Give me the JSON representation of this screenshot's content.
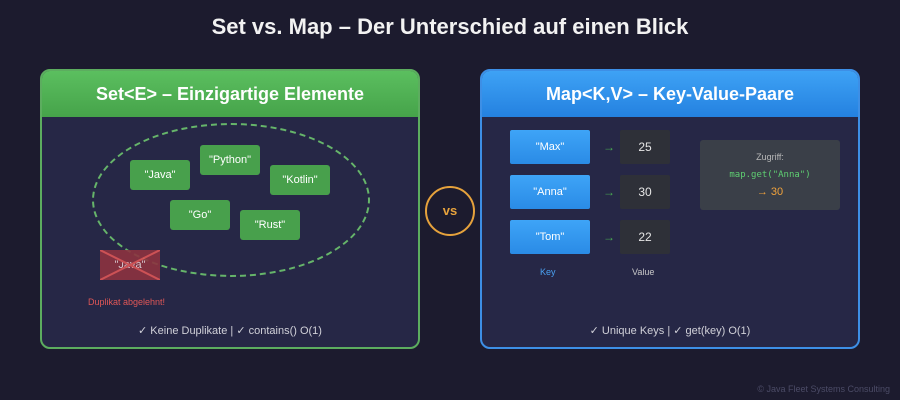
{
  "title": "Set vs. Map – Der Unterschied auf einen Blick",
  "set_panel": {
    "header": "Set<E> – Einzigartige Elemente",
    "elements": [
      "\"Java\"",
      "\"Python\"",
      "\"Kotlin\"",
      "\"Go\"",
      "\"Rust\""
    ],
    "duplicate": "\"Java\"",
    "duplicate_note": "Duplikat abgelehnt!",
    "footer": "✓ Keine Duplikate | ✓ contains() O(1)"
  },
  "vs_label": "vs",
  "map_panel": {
    "header": "Map<K,V> – Key-Value-Paare",
    "entries": [
      {
        "key": "\"Max\"",
        "value": "25"
      },
      {
        "key": "\"Anna\"",
        "value": "30"
      },
      {
        "key": "\"Tom\"",
        "value": "22"
      }
    ],
    "arrow": "→",
    "key_label": "Key",
    "value_label": "Value",
    "access": {
      "label": "Zugriff:",
      "code": "map.get(\"Anna\")",
      "result": "→ 30"
    },
    "footer": "✓ Unique Keys | ✓ get(key) O(1)"
  },
  "copyright": "© Java Fleet Systems Consulting",
  "colors": {
    "background": "#1c1b2e",
    "set_accent": "#5cad5f",
    "map_accent": "#3d8fe6",
    "vs_accent": "#e6a23c",
    "reject": "#e05757"
  }
}
